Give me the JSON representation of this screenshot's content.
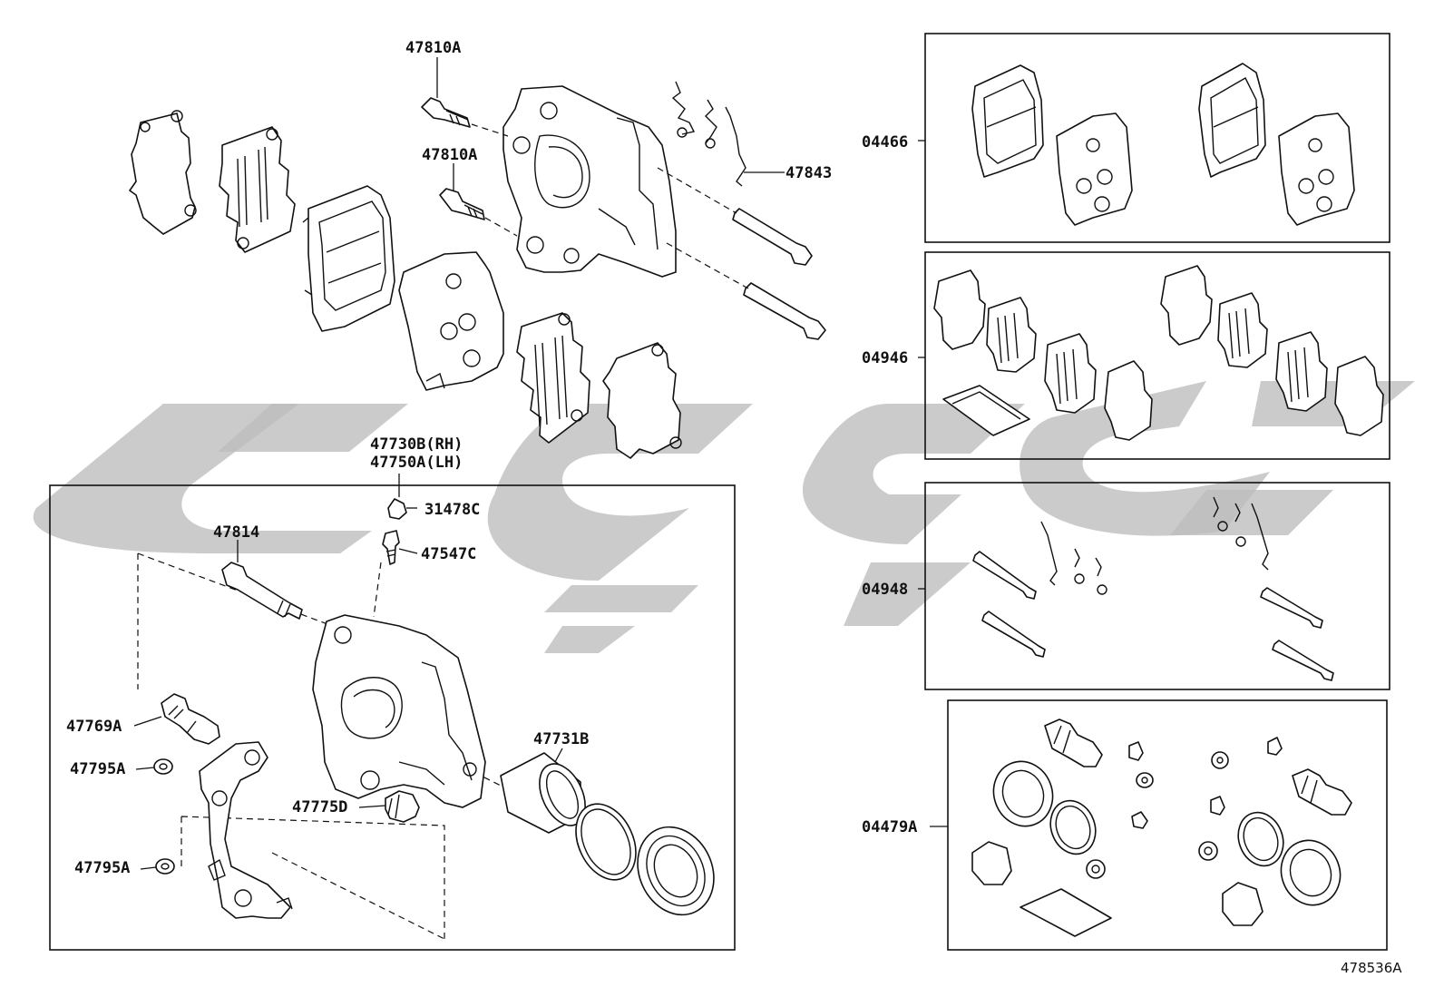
{
  "diagram_id": "478536A",
  "colors": {
    "line": "#111111",
    "watermark": "#bdbdbd",
    "background": "#ffffff"
  },
  "labels": {
    "bolt_top_1": "47810A",
    "bolt_top_2": "47810A",
    "spring_clip": "47843",
    "caliper_rh": "47730B(RH)",
    "caliper_lh": "47750A(LH)",
    "bleeder_cap": "31478C",
    "bleeder_plug": "47547C",
    "slide_pin": "47814",
    "pin_boot": "47769A",
    "bushing_1": "47795A",
    "bushing_2": "47795A",
    "cylinder_boot": "47775D",
    "piston": "47731B"
  },
  "kits": [
    {
      "id": "kit-pads",
      "label": "04466"
    },
    {
      "id": "kit-shims",
      "label": "04946"
    },
    {
      "id": "kit-pins",
      "label": "04948"
    },
    {
      "id": "kit-seals",
      "label": "04479A"
    }
  ]
}
